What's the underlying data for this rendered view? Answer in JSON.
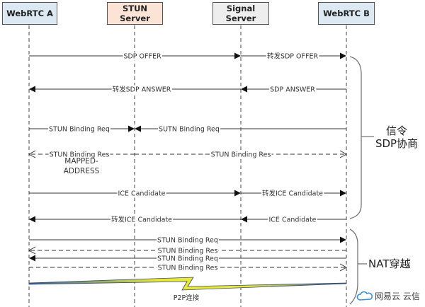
{
  "actors": [
    {
      "id": "a",
      "label": "WebRTC A",
      "fill": "#dce9f2"
    },
    {
      "id": "stun",
      "label": "STUN\nServer",
      "fill": "#fbe3d6"
    },
    {
      "id": "sig",
      "label": "Signal\nServer",
      "fill": "#eeeeee"
    },
    {
      "id": "b",
      "label": "WebRTC B",
      "fill": "#dce9f2"
    }
  ],
  "messages": [
    {
      "from": "a",
      "to": "sig",
      "label": "SDP OFFER",
      "style": "solid",
      "head": "filled"
    },
    {
      "from": "sig",
      "to": "b",
      "label": "转发SDP OFFER",
      "style": "solid",
      "head": "filled"
    },
    {
      "from": "sig",
      "to": "a",
      "label": "转发SDP ANSWER",
      "style": "solid",
      "head": "filled"
    },
    {
      "from": "b",
      "to": "sig",
      "label": "SDP ANSWER",
      "style": "solid",
      "head": "filled"
    },
    {
      "from": "a",
      "to": "stun",
      "label": "STUN Binding Req",
      "style": "solid",
      "head": "filled"
    },
    {
      "from": "b",
      "to": "stun",
      "label": "SUTN Binding Req",
      "style": "solid",
      "head": "filled"
    },
    {
      "from": "stun",
      "to": "a",
      "label": "STUN Binding Res",
      "style": "dashed",
      "head": "open"
    },
    {
      "from": "stun",
      "to": "b",
      "label": "STUN Binding Res",
      "style": "dashed",
      "head": "open"
    },
    {
      "from": "a",
      "to": "sig",
      "label": "ICE Candidate",
      "style": "solid",
      "head": "filled"
    },
    {
      "from": "sig",
      "to": "b",
      "label": "转发ICE Candidate",
      "style": "solid",
      "head": "filled"
    },
    {
      "from": "sig",
      "to": "a",
      "label": "转发ICE Candidate",
      "style": "solid",
      "head": "filled"
    },
    {
      "from": "b",
      "to": "sig",
      "label": "ICE Candidate",
      "style": "solid",
      "head": "filled"
    },
    {
      "from": "a",
      "to": "b",
      "label": "STUN Binding Req",
      "style": "solid",
      "head": "filled"
    },
    {
      "from": "b",
      "to": "a",
      "label": "STUN Binding Res",
      "style": "dashed",
      "head": "open"
    },
    {
      "from": "b",
      "to": "a",
      "label": "STUN Binding Req",
      "style": "solid",
      "head": "filled"
    },
    {
      "from": "a",
      "to": "b",
      "label": "STUN Binding Res",
      "style": "dashed",
      "head": "open"
    }
  ],
  "annotations": {
    "mapped_address": "MAPPED-\nADDRESS",
    "p2p": "P2P连接"
  },
  "groups": [
    {
      "label_line1": "信令",
      "label_line2": "SDP协商"
    },
    {
      "label_line1": "NAT穿越",
      "label_line2": ""
    }
  ],
  "watermark": {
    "icon": "cloud-icon",
    "text": "网易云 云信",
    "color": "#3a8fd6"
  }
}
